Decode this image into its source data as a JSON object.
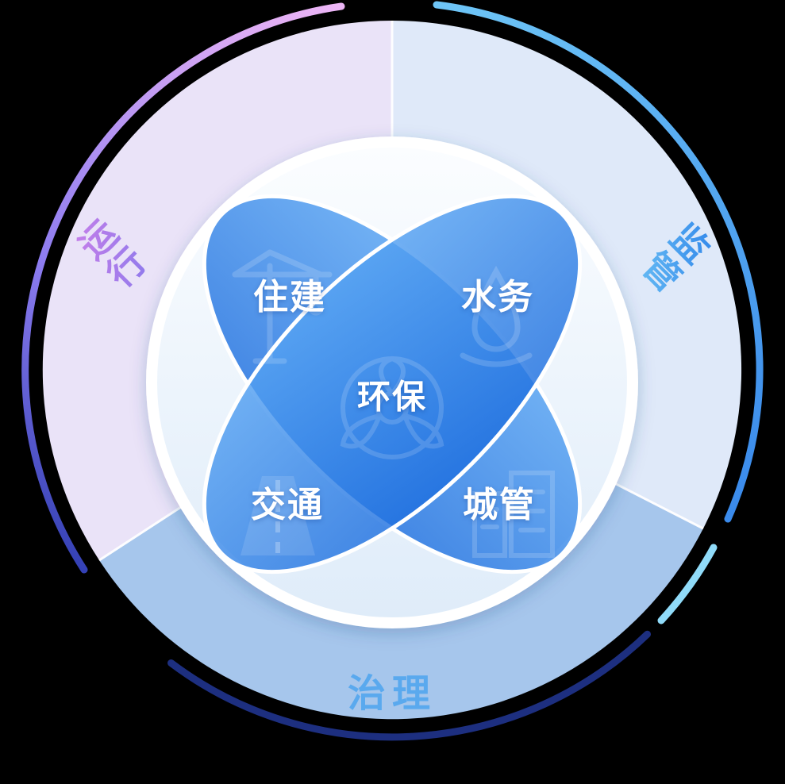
{
  "diagram": {
    "sectors": [
      {
        "id": "yunxing",
        "label": "运行",
        "fill": "#eae3f8",
        "label_color_start": "#cb7fe9",
        "label_color_end": "#8a7aec"
      },
      {
        "id": "jianguan",
        "label": "监管",
        "fill": "#dfe9f9",
        "label_color_start": "#2f85ea",
        "label_color_end": "#6cc1f5"
      },
      {
        "id": "zhili",
        "label": "治理",
        "fill": "#a6c6ec",
        "label_color": "#5aa9ee"
      }
    ],
    "modules": [
      {
        "label": "住建",
        "icon": "crane-icon"
      },
      {
        "label": "水务",
        "icon": "water-drop-icon"
      },
      {
        "label": "交通",
        "icon": "road-icon"
      },
      {
        "label": "城管",
        "icon": "buildings-icon"
      }
    ],
    "center_module": {
      "label": "环保",
      "icon": "eco-emblem-icon"
    },
    "colors": {
      "background": "#000000",
      "module_fill_top": "#55a2f2",
      "module_fill_bottom": "#1e6fdf",
      "module_overlap": "#3481e6",
      "inner_circle_top": "#fbfdff",
      "inner_circle_bottom": "#dfecf9",
      "ring": "#ffffff",
      "arc_purple_start": "#ecb5f5",
      "arc_purple_mid": "#8d7cf0",
      "arc_purple_end": "#2d3cb0",
      "arc_blue_start": "#6ec5f6",
      "arc_blue_end": "#3a8aeb",
      "arc_navy": "#1d2f80",
      "arc_cyan": "#90dbf9"
    }
  }
}
